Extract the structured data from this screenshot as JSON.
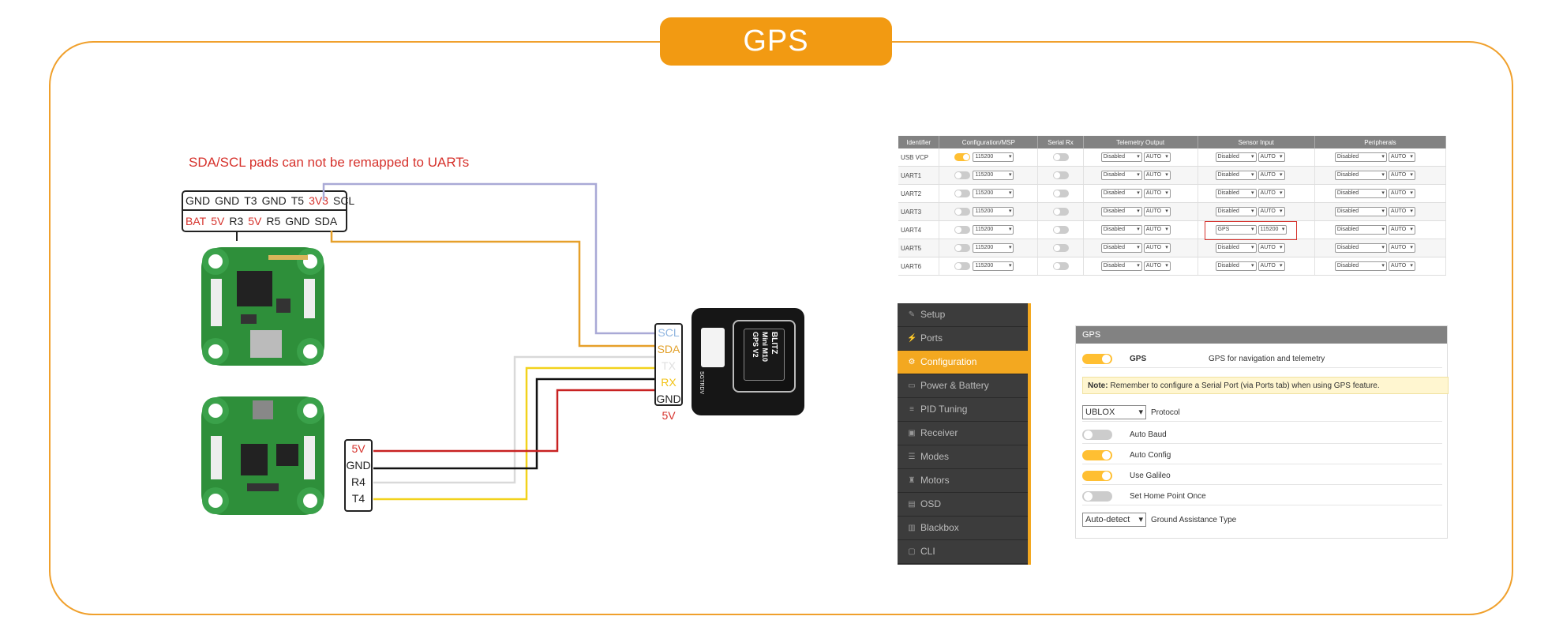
{
  "title": "GPS",
  "warning": "SDA/SCL pads can not be remapped to UARTs",
  "pads_top": [
    {
      "label": "GND",
      "color": "#222222"
    },
    {
      "label": "GND",
      "color": "#222222"
    },
    {
      "label": "T3",
      "color": "#222222"
    },
    {
      "label": "GND",
      "color": "#222222"
    },
    {
      "label": "T5",
      "color": "#222222"
    },
    {
      "label": "3V3",
      "color": "#d6322c"
    },
    {
      "label": "SCL",
      "color": "#222222"
    }
  ],
  "pads_bottom": [
    {
      "label": "BAT",
      "color": "#d6322c"
    },
    {
      "label": "5V",
      "color": "#d6322c"
    },
    {
      "label": "R3",
      "color": "#222222"
    },
    {
      "label": "5V",
      "color": "#d6322c"
    },
    {
      "label": "R5",
      "color": "#222222"
    },
    {
      "label": "GND",
      "color": "#222222"
    },
    {
      "label": "SDA",
      "color": "#222222"
    }
  ],
  "gps_pins": [
    {
      "label": "SCL",
      "color": "#8fb5e0"
    },
    {
      "label": "SDA",
      "color": "#e2a12b"
    },
    {
      "label": "TX",
      "color": "#e0e0e0"
    },
    {
      "label": "RX",
      "color": "#f2c318"
    },
    {
      "label": "GND",
      "color": "#222222"
    },
    {
      "label": "5V",
      "color": "#d6322c"
    }
  ],
  "fc_pins": [
    {
      "label": "5V",
      "color": "#d6322c"
    },
    {
      "label": "GND",
      "color": "#222222"
    },
    {
      "label": "R4",
      "color": "#222222"
    },
    {
      "label": "T4",
      "color": "#222222"
    }
  ],
  "gps_module": {
    "brand": "BLITZ",
    "model": "Mini M10",
    "version": "GPS V2",
    "connector": "SGTRDV"
  },
  "wire_colors": {
    "scl": "#a9a9d6",
    "sda": "#e6a02a",
    "tx": "#d9d9d9",
    "rx": "#f2d21c",
    "gnd": "#111111",
    "v5": "#c82222"
  },
  "ports_table": {
    "headers": [
      "Identifier",
      "Configuration/MSP",
      "Serial Rx",
      "Telemetry Output",
      "Sensor Input",
      "Peripherals"
    ],
    "rows": [
      {
        "id": "USB VCP",
        "msp_on": true,
        "baud": "115200",
        "sensor": "Disabled",
        "sensor_baud": "AUTO"
      },
      {
        "id": "UART1",
        "msp_on": false,
        "baud": "115200",
        "sensor": "Disabled",
        "sensor_baud": "AUTO"
      },
      {
        "id": "UART2",
        "msp_on": false,
        "baud": "115200",
        "sensor": "Disabled",
        "sensor_baud": "AUTO"
      },
      {
        "id": "UART3",
        "msp_on": false,
        "baud": "115200",
        "sensor": "Disabled",
        "sensor_baud": "AUTO"
      },
      {
        "id": "UART4",
        "msp_on": false,
        "baud": "115200",
        "sensor": "GPS",
        "sensor_baud": "115200"
      },
      {
        "id": "UART5",
        "msp_on": false,
        "baud": "115200",
        "sensor": "Disabled",
        "sensor_baud": "AUTO"
      },
      {
        "id": "UART6",
        "msp_on": false,
        "baud": "115200",
        "sensor": "Disabled",
        "sensor_baud": "AUTO"
      }
    ],
    "telemetry": "Disabled",
    "telemetry_baud": "AUTO",
    "peripheral": "Disabled",
    "peripheral_baud": "AUTO"
  },
  "sidebar": [
    {
      "label": "Setup",
      "icon": "wrench-icon",
      "glyph": "✎",
      "active": false
    },
    {
      "label": "Ports",
      "icon": "plug-icon",
      "glyph": "⚡",
      "active": false
    },
    {
      "label": "Configuration",
      "icon": "gear-icon",
      "glyph": "⚙",
      "active": true
    },
    {
      "label": "Power & Battery",
      "icon": "battery-icon",
      "glyph": "▭",
      "active": false
    },
    {
      "label": "PID Tuning",
      "icon": "sliders-icon",
      "glyph": "≡",
      "active": false
    },
    {
      "label": "Receiver",
      "icon": "receiver-icon",
      "glyph": "▣",
      "active": false
    },
    {
      "label": "Modes",
      "icon": "modes-icon",
      "glyph": "☰",
      "active": false
    },
    {
      "label": "Motors",
      "icon": "motor-icon",
      "glyph": "♜",
      "active": false
    },
    {
      "label": "OSD",
      "icon": "osd-icon",
      "glyph": "▤",
      "active": false
    },
    {
      "label": "Blackbox",
      "icon": "blackbox-icon",
      "glyph": "▥",
      "active": false
    },
    {
      "label": "CLI",
      "icon": "cli-icon",
      "glyph": "▢",
      "active": false
    }
  ],
  "gps_panel": {
    "header": "GPS",
    "main_label": "GPS",
    "main_desc": "GPS for navigation and telemetry",
    "note_bold": "Note:",
    "note_text": "Remember to configure a Serial Port (via Ports tab) when using GPS feature.",
    "protocol_value": "UBLOX",
    "protocol_label": "Protocol",
    "toggles": [
      {
        "label": "Auto Baud",
        "on": false
      },
      {
        "label": "Auto Config",
        "on": true
      },
      {
        "label": "Use Galileo",
        "on": true
      },
      {
        "label": "Set Home Point Once",
        "on": false
      }
    ],
    "assist_value": "Auto-detect",
    "assist_label": "Ground Assistance Type"
  }
}
